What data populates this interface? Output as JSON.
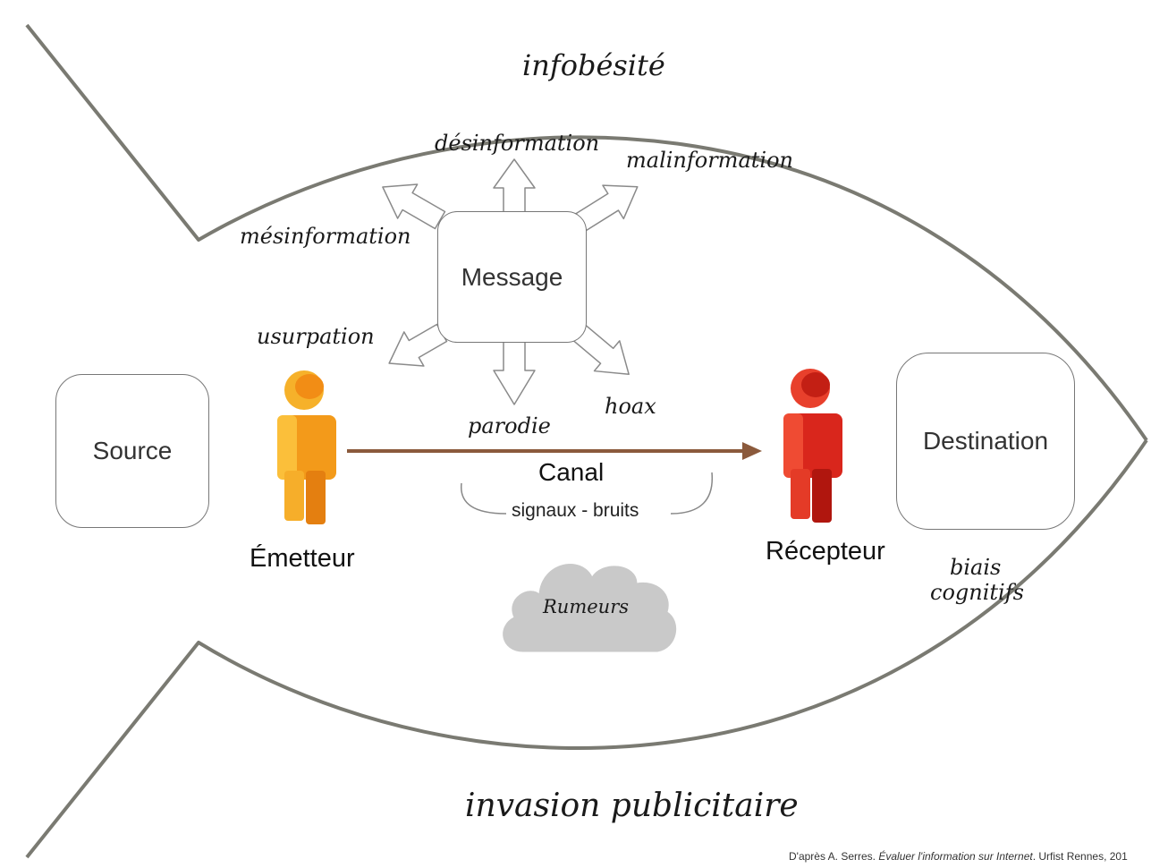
{
  "top_label": "infobésité",
  "bottom_label": "invasion publicitaire",
  "message_box": "Message",
  "source_box": "Source",
  "destination_box": "Destination",
  "emitter_label": "Émetteur",
  "receiver_label": "Récepteur",
  "channel_label": "Canal",
  "channel_note": "signaux - bruits",
  "cloud_label": "Rumeurs",
  "message_variants": {
    "desinformation": "désinformation",
    "malinformation": "malinformation",
    "mesinformation": "mésinformation",
    "usurpation": "usurpation",
    "parodie": "parodie",
    "hoax": "hoax"
  },
  "receiver_note_line1": "biais",
  "receiver_note_line2": "cognitifs",
  "credit": {
    "prefix": "D'après A. Serres. ",
    "title": "Évaluer l'information sur Internet",
    "suffix": ". Urfist Rennes, 201"
  },
  "colors": {
    "fish_outline": "#7a7a72",
    "box_border": "#777777",
    "arrow": "#8b5a3c",
    "emitter": "#f39a1a",
    "receiver": "#d9261c",
    "cloud": "#c9c9c9"
  },
  "icons": {
    "emitter": "person-icon-orange",
    "receiver": "person-icon-red",
    "cloud": "cloud-icon"
  }
}
